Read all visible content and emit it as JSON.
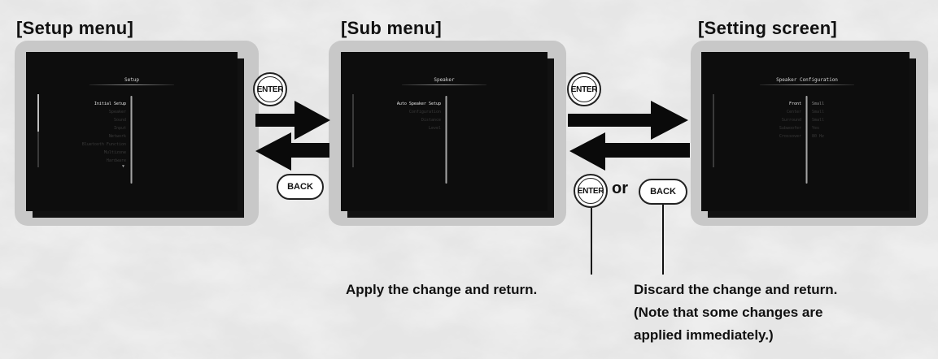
{
  "headings": {
    "setup": "[Setup menu]",
    "sub": "[Sub menu]",
    "setting": "[Setting screen]"
  },
  "screens": {
    "setup": {
      "title": "Setup",
      "items": [
        "Initial Setup",
        "Speaker",
        "Sound",
        "Input",
        "Network",
        "Bluetooth Function",
        "Multizone",
        "Hardware"
      ],
      "active_index": 0
    },
    "sub": {
      "title": "Speaker",
      "items": [
        "Auto Speaker Setup",
        "Configuration",
        "Distance",
        "Level"
      ],
      "active_index": 0
    },
    "setting": {
      "title": "Speaker Configuration",
      "items": [
        "Front",
        "Center",
        "Surround",
        "Subwoofer",
        "Crossover"
      ],
      "values": [
        "Small",
        "Small",
        "Small",
        "Yes",
        "80 Hz"
      ],
      "active_index": 0
    }
  },
  "buttons": {
    "enter_1": "ENTER",
    "back_1": "BACK",
    "enter_2": "ENTER",
    "enter_3": "ENTER",
    "back_2": "BACK"
  },
  "or_label": "or",
  "captions": {
    "apply": "Apply the change and return.",
    "discard": "Discard the change and return.",
    "note_1": "(Note that some changes are",
    "note_2": "applied immediately.)"
  },
  "colors": {
    "frame": "#c8c8c8",
    "screen": "#0d0d0d",
    "arrow": "#0a0a0a"
  },
  "icons": [
    "marble-background",
    "arrow-right",
    "arrow-left"
  ]
}
